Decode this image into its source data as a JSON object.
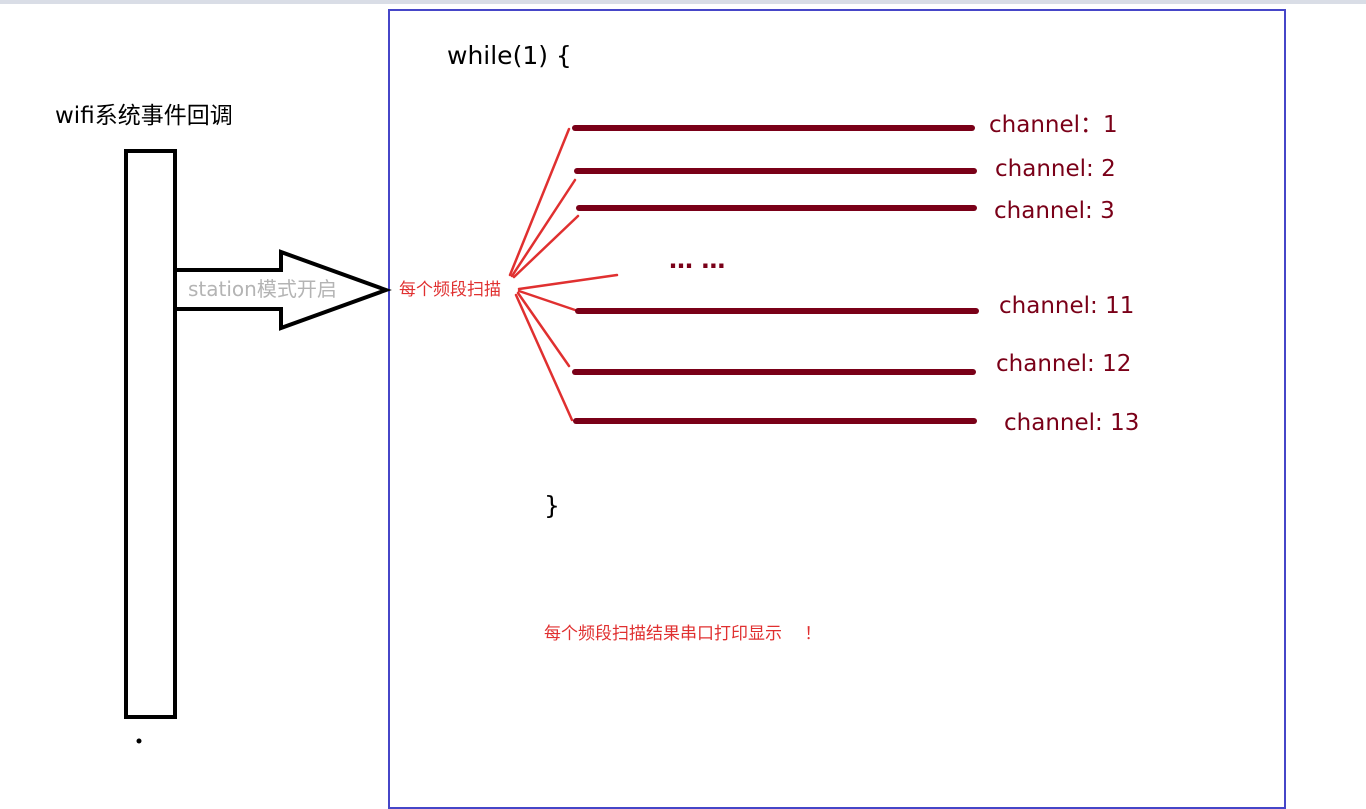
{
  "diagram": {
    "title": "wifi系统事件回调",
    "arrow_label": "station模式开启",
    "code_open": "while(1) {",
    "code_close": "}",
    "scan_label": "每个频段扫描",
    "ellipsis": "… …",
    "channels": [
      {
        "label": "channel：1"
      },
      {
        "label": "channel:  2"
      },
      {
        "label": "channel:  3"
      },
      {
        "label": "channel:  11"
      },
      {
        "label": "channel:  12"
      },
      {
        "label": "channel:  13"
      }
    ],
    "footer_note": "每个频段扫描结果串口打印显示　 ！",
    "colors": {
      "box_border": "#4646c8",
      "channel_line": "#7a0018",
      "fan_line": "#e03030",
      "arrow_label": "#b4b4b4"
    }
  }
}
